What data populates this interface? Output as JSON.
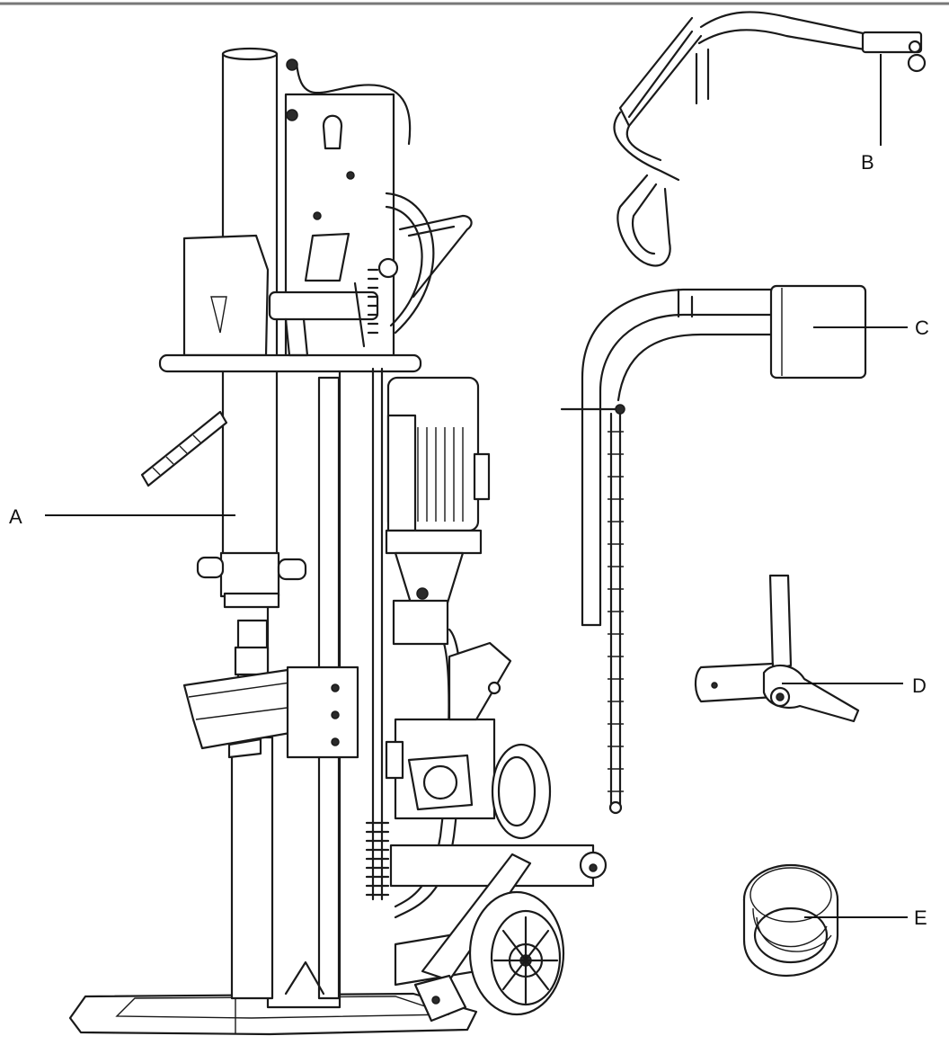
{
  "callouts": {
    "a": "A",
    "b": "B",
    "c": "C",
    "d": "D",
    "e": "E"
  }
}
